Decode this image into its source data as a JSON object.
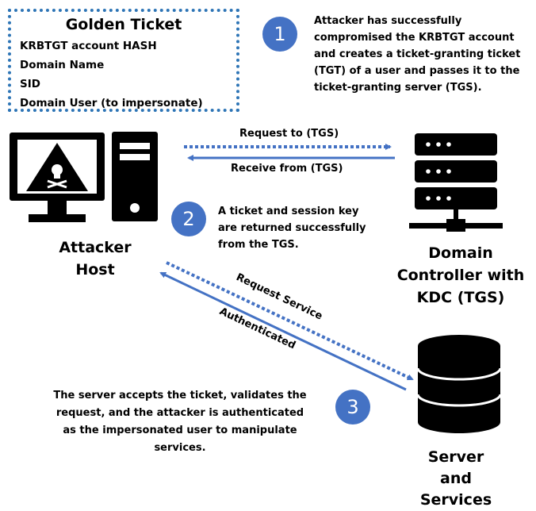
{
  "golden_ticket": {
    "title": "Golden Ticket",
    "items": [
      "KRBTGT account HASH",
      "Domain Name",
      "SID",
      "Domain User (to impersonate)"
    ]
  },
  "steps": [
    {
      "number": "1",
      "text_lines": [
        "Attacker has successfully",
        "compromised the KRBTGT account",
        "and creates a ticket-granting ticket",
        "(TGT) of a user and passes it to the",
        "ticket-granting server (TGS)."
      ]
    },
    {
      "number": "2",
      "text_lines": [
        "A ticket and session key",
        "are returned successfully",
        "from the TGS."
      ]
    },
    {
      "number": "3",
      "text_lines": [
        "The server accepts the ticket, validates the",
        "request, and the attacker is authenticated",
        "as the impersonated user to manipulate",
        "services."
      ]
    }
  ],
  "arrows": {
    "request_to": "Request to (TGS)",
    "receive_from": "Receive from (TGS)",
    "request_service": "Request Service",
    "authenticated": "Authenticated"
  },
  "nodes": {
    "attacker": [
      "Attacker",
      "Host"
    ],
    "domain_controller": [
      "Domain",
      "Controller with",
      "KDC (TGS)"
    ],
    "server": [
      "Server",
      "and",
      "Services"
    ]
  },
  "colors": {
    "accent": "#4472c4",
    "dotted": "#2e75b6",
    "icon": "#000000"
  }
}
